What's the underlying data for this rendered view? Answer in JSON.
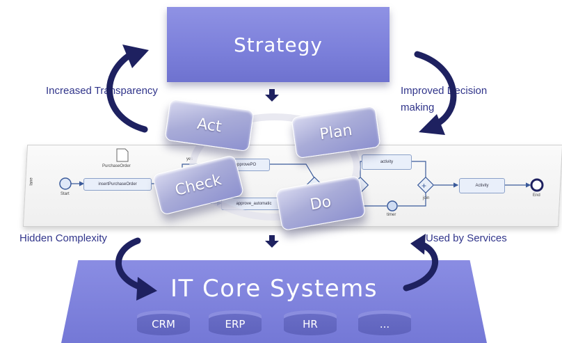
{
  "strategy": {
    "label": "Strategy"
  },
  "it_core": {
    "title": "IT Core Systems",
    "systems": [
      "CRM",
      "ERP",
      "HR",
      "..."
    ]
  },
  "captions": {
    "top_left": "Increased Transparency",
    "top_right_1": "Improved Decision",
    "top_right_2": "making",
    "bottom_left": "Hidden Complexity",
    "bottom_right": "Used by Services"
  },
  "pdca": {
    "act": "Act",
    "plan": "Plan",
    "check": "Check",
    "do": "Do"
  },
  "process": {
    "start": "Start",
    "end": "End",
    "purchase_order": "PurchaseOrder",
    "insert_po": "insertPurchaseOrder",
    "approve_po": "approvePO",
    "approve_auto": "approve_automatic",
    "approve_short": "approve",
    "activity_1": "activity",
    "activity_2": "Activity",
    "yes": "yes",
    "join": "join",
    "timer": "timer",
    "lane": "lane"
  },
  "colors": {
    "box_fill": "#7b7fda",
    "arrow": "#1e2160",
    "caption_text": "#30348a"
  }
}
